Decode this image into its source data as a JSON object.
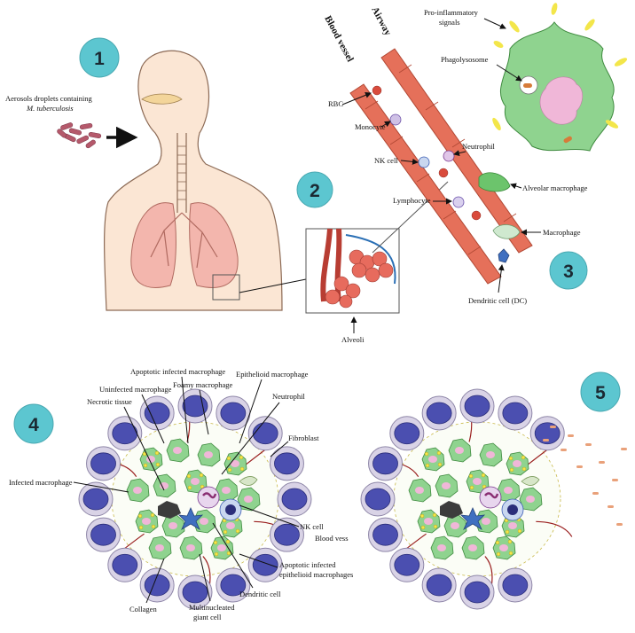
{
  "steps": [
    "1",
    "2",
    "3",
    "4",
    "5"
  ],
  "panel1": {
    "aerosol_line1": "Aerosols droplets containing",
    "aerosol_line2": "M. tuberculosis"
  },
  "panel2": {
    "alveoli": "Alveoli"
  },
  "panel3": {
    "airway": "Airway",
    "blood_vessel": "Blood vessel",
    "rbc": "RBC",
    "monocyte": "Monocyte",
    "nk_cell": "NK cell",
    "neutrophil": "Neutrophil",
    "lymphocyte": "Lymphocyte",
    "dendritic_cell": "Dendritic cell (DC)",
    "alveolar_macrophage": "Alveolar macrophage",
    "macrophage": "Macrophage",
    "pro_inflammatory_1": "Pro-inflammatory",
    "pro_inflammatory_2": "signals",
    "phagolysosome": "Phagolysosome"
  },
  "panel4": {
    "apoptotic_infected_macrophage": "Apoptotic infected macrophage",
    "epithelioid_macrophage": "Epithelioid macrophage",
    "foamy_macrophage": "Foamy macrophage",
    "uninfected_macrophage": "Uninfected macrophage",
    "necrotic_tissue": "Necrotic tissue",
    "neutrophil": "Neutrophil",
    "fibroblast": "Fibroblast",
    "infected_macrophage": "Infected macrophage",
    "nk_cell": "NK cell",
    "blood_vess": "Blood vess",
    "apoptotic_epi_1": "Apoptotic infected",
    "apoptotic_epi_2": "epithelioid macrophages",
    "collagen": "Collagen",
    "multinucleated_1": "Multinucleated",
    "multinucleated_2": "giant cell",
    "dendritic_cell": "Dendritic cell"
  },
  "colors": {
    "number_circle": "#5cc6d0",
    "skin": "#fbe6d4",
    "lung": "#f3b6ad",
    "vessel": "#e86a4f",
    "macrophage_green": "#8fd38f",
    "lymphocyte_blue": "#4b4fb0",
    "lymphocyte_ring": "#d9d3e6"
  }
}
